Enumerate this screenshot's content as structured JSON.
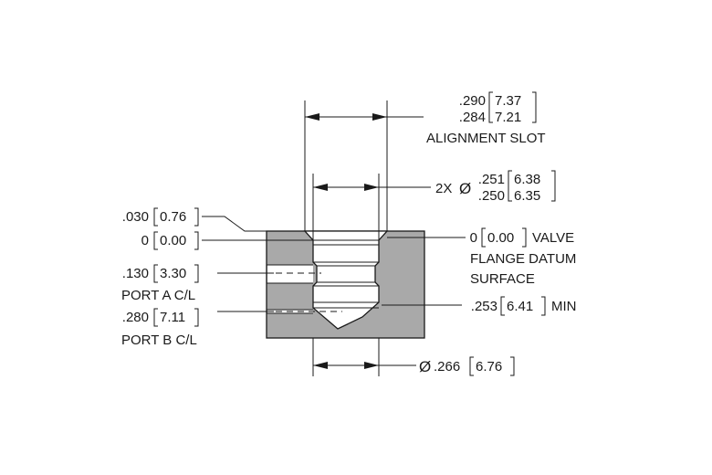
{
  "diagram": {
    "alignment_slot": {
      "upper_in": ".290",
      "upper_mm": "7.37",
      "lower_in": ".284",
      "lower_mm": "7.21",
      "label": "ALIGNMENT SLOT"
    },
    "bore_diameter": {
      "prefix": "2X",
      "symbol": "Ø",
      "upper_in": ".251",
      "upper_mm": "6.38",
      "lower_in": ".250",
      "lower_mm": "6.35"
    },
    "chamfer_depth": {
      "in": ".030",
      "mm": "0.76"
    },
    "zero_left": {
      "in": "0",
      "mm": "0.00"
    },
    "valve_datum": {
      "in": "0",
      "mm": "0.00",
      "line1": "VALVE",
      "line2": "FLANGE DATUM",
      "line3": "SURFACE"
    },
    "port_a": {
      "in": ".130",
      "mm": "3.30",
      "label": "PORT A C/L"
    },
    "port_b": {
      "in": ".280",
      "mm": "7.11",
      "label": "PORT B C/L"
    },
    "depth": {
      "in": ".253",
      "mm": "6.41",
      "suffix": "MIN"
    },
    "outer_diameter": {
      "symbol": "Ø",
      "in": ".266",
      "mm": "6.76"
    },
    "colors": {
      "part_fill": "#a9a9a9",
      "line": "#1a1a1a"
    }
  }
}
